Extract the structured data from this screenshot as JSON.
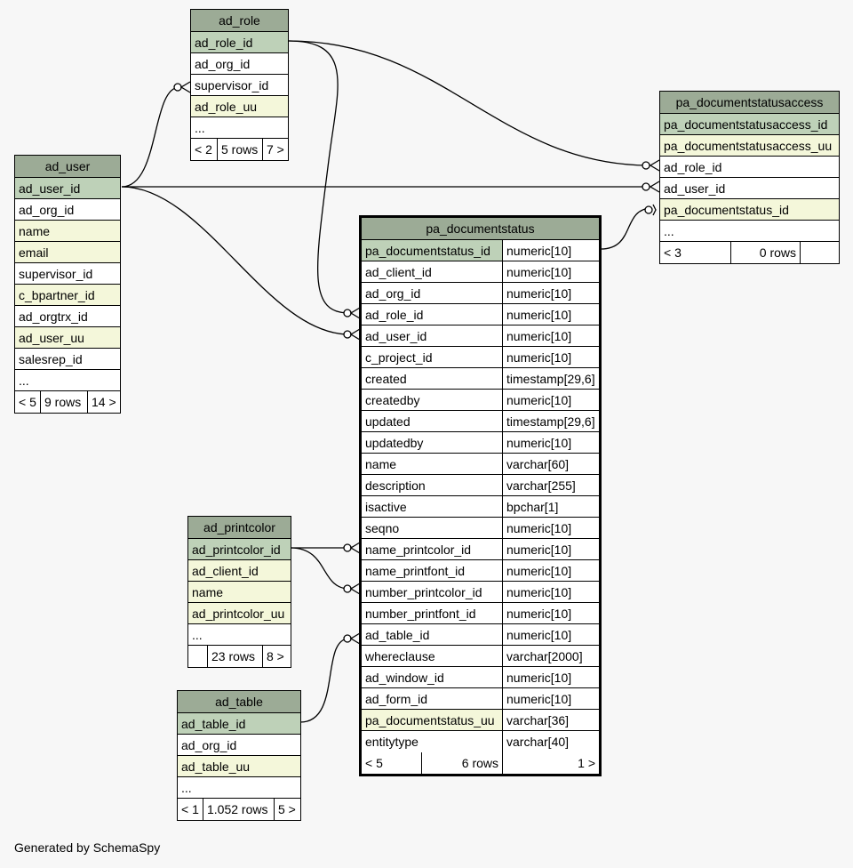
{
  "footer": "Generated by SchemaSpy",
  "ad_role": {
    "title": "ad_role",
    "cols": [
      "ad_role_id",
      "ad_org_id",
      "supervisor_id",
      "ad_role_uu",
      "..."
    ],
    "nav": [
      "< 2",
      "5 rows",
      "7 >"
    ]
  },
  "ad_user": {
    "title": "ad_user",
    "cols": [
      "ad_user_id",
      "ad_org_id",
      "name",
      "email",
      "supervisor_id",
      "c_bpartner_id",
      "ad_orgtrx_id",
      "ad_user_uu",
      "salesrep_id",
      "..."
    ],
    "nav": [
      "< 5",
      "9 rows",
      "14 >"
    ]
  },
  "pa_documentstatusaccess": {
    "title": "pa_documentstatusaccess",
    "cols": [
      "pa_documentstatusaccess_id",
      "pa_documentstatusaccess_uu",
      "ad_role_id",
      "ad_user_id",
      "pa_documentstatus_id",
      "..."
    ],
    "nav": [
      "< 3",
      "0 rows",
      ""
    ]
  },
  "pa_documentstatus": {
    "title": "pa_documentstatus",
    "cols": [
      [
        "pa_documentstatus_id",
        "numeric[10]"
      ],
      [
        "ad_client_id",
        "numeric[10]"
      ],
      [
        "ad_org_id",
        "numeric[10]"
      ],
      [
        "ad_role_id",
        "numeric[10]"
      ],
      [
        "ad_user_id",
        "numeric[10]"
      ],
      [
        "c_project_id",
        "numeric[10]"
      ],
      [
        "created",
        "timestamp[29,6]"
      ],
      [
        "createdby",
        "numeric[10]"
      ],
      [
        "updated",
        "timestamp[29,6]"
      ],
      [
        "updatedby",
        "numeric[10]"
      ],
      [
        "name",
        "varchar[60]"
      ],
      [
        "description",
        "varchar[255]"
      ],
      [
        "isactive",
        "bpchar[1]"
      ],
      [
        "seqno",
        "numeric[10]"
      ],
      [
        "name_printcolor_id",
        "numeric[10]"
      ],
      [
        "name_printfont_id",
        "numeric[10]"
      ],
      [
        "number_printcolor_id",
        "numeric[10]"
      ],
      [
        "number_printfont_id",
        "numeric[10]"
      ],
      [
        "ad_table_id",
        "numeric[10]"
      ],
      [
        "whereclause",
        "varchar[2000]"
      ],
      [
        "ad_window_id",
        "numeric[10]"
      ],
      [
        "ad_form_id",
        "numeric[10]"
      ],
      [
        "pa_documentstatus_uu",
        "varchar[36]"
      ],
      [
        "entitytype",
        "varchar[40]"
      ]
    ],
    "nav": [
      "< 5",
      "6 rows",
      "1 >"
    ]
  },
  "ad_printcolor": {
    "title": "ad_printcolor",
    "cols": [
      "ad_printcolor_id",
      "ad_client_id",
      "name",
      "ad_printcolor_uu",
      "..."
    ],
    "nav": [
      "",
      "23 rows",
      "8 >"
    ]
  },
  "ad_table": {
    "title": "ad_table",
    "cols": [
      "ad_table_id",
      "ad_org_id",
      "ad_table_uu",
      "..."
    ],
    "nav": [
      "< 1",
      "1.052 rows",
      "5 >"
    ]
  }
}
